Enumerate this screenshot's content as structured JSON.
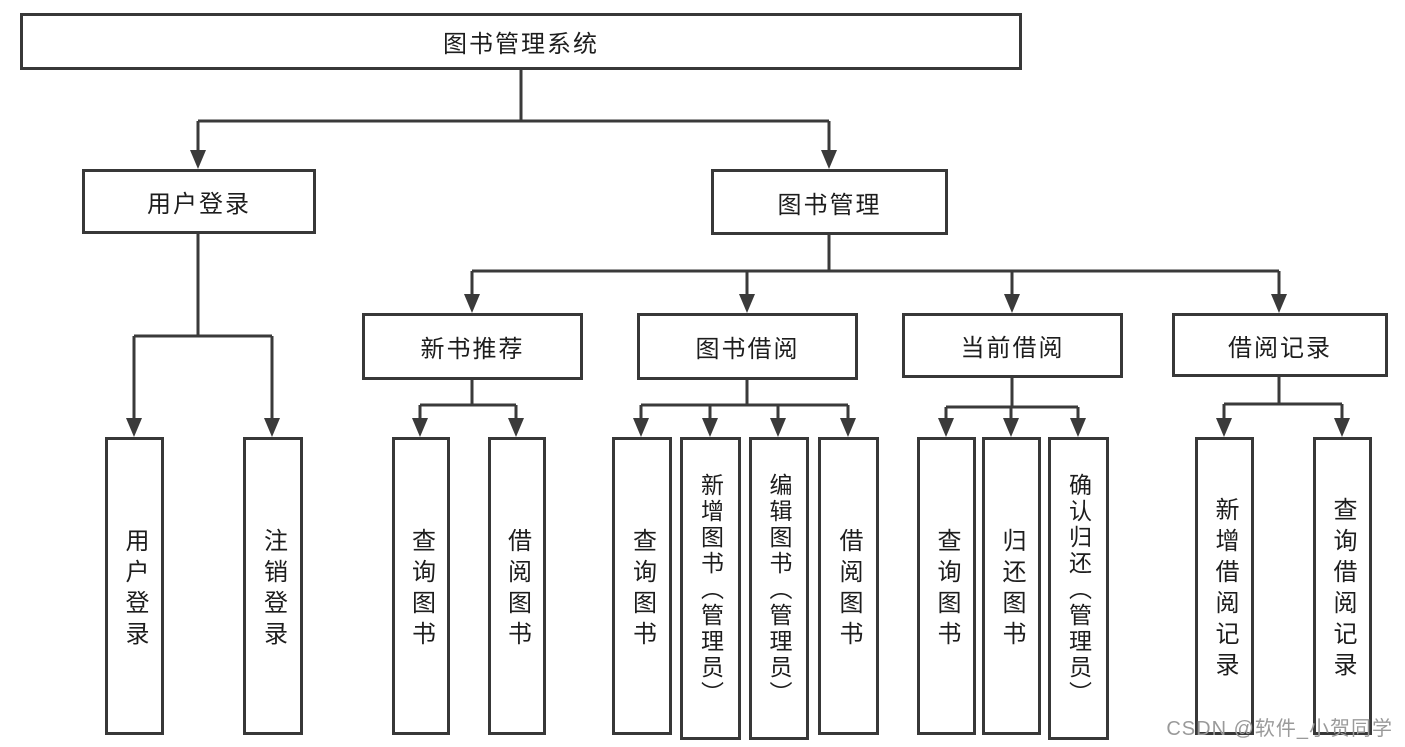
{
  "diagram": {
    "root": {
      "label": "图书管理系统"
    },
    "level2": [
      {
        "label": "用户登录"
      },
      {
        "label": "图书管理"
      }
    ],
    "level3": [
      {
        "label": "新书推荐"
      },
      {
        "label": "图书借阅"
      },
      {
        "label": "当前借阅"
      },
      {
        "label": "借阅记录"
      }
    ],
    "leaves": {
      "user": [
        "用户登录",
        "注销登录"
      ],
      "newbook": [
        "查询图书",
        "借阅图书"
      ],
      "borrow": [
        "查询图书",
        "新增图书（管理员）",
        "编辑图书（管理员）",
        "借阅图书"
      ],
      "current": [
        "查询图书",
        "归还图书",
        "确认归还（管理员）"
      ],
      "records": [
        "新增借阅记录",
        "查询借阅记录"
      ]
    },
    "watermark": "CSDN @软件_小贺同学",
    "colors": {
      "line": "#3a3a3a",
      "text": "#1d1d1d",
      "watermark": "#9a9a9a",
      "background": "#ffffff"
    }
  }
}
